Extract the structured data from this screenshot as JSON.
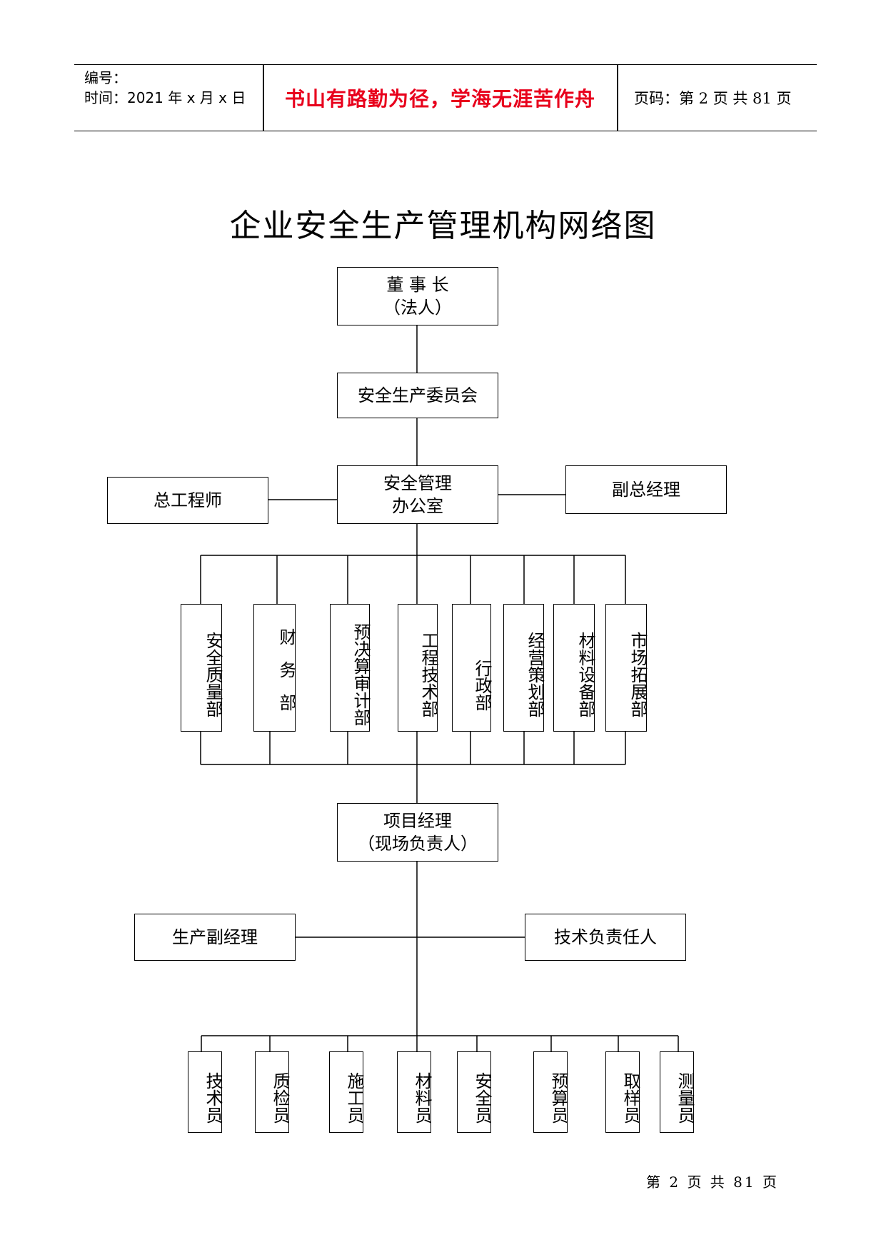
{
  "header": {
    "serial_label": "编号：",
    "time_label": "时间：2021 年 x 月 x 日",
    "motto": "书山有路勤为径，学海无涯苦作舟",
    "page_info": "页码：第 2 页  共 81 页"
  },
  "title": "企业安全生产管理机构网络图",
  "nodes": {
    "chairman": "董 事 长",
    "chairman_sub": "（法人）",
    "committee": "安全生产委员会",
    "office_line1": "安全管理",
    "office_line2": "办公室",
    "chief_engineer": "总工程师",
    "deputy_gm": "副总经理",
    "departments": [
      "安全质量部",
      "财务部",
      "预决算审计部",
      "工程技术部",
      "行政部",
      "经营策划部",
      "材料设备部",
      "市场拓展部"
    ],
    "pm_line1": "项目经理",
    "pm_line2": "（现场负责人）",
    "production_deputy": "生产副经理",
    "technical_lead": "技术负责任人",
    "staff": [
      "技术员",
      "质检员",
      "施工员",
      "材料员",
      "安全员",
      "预算员",
      "取样员",
      "测量员"
    ]
  },
  "footer": "第 2 页 共 81 页"
}
